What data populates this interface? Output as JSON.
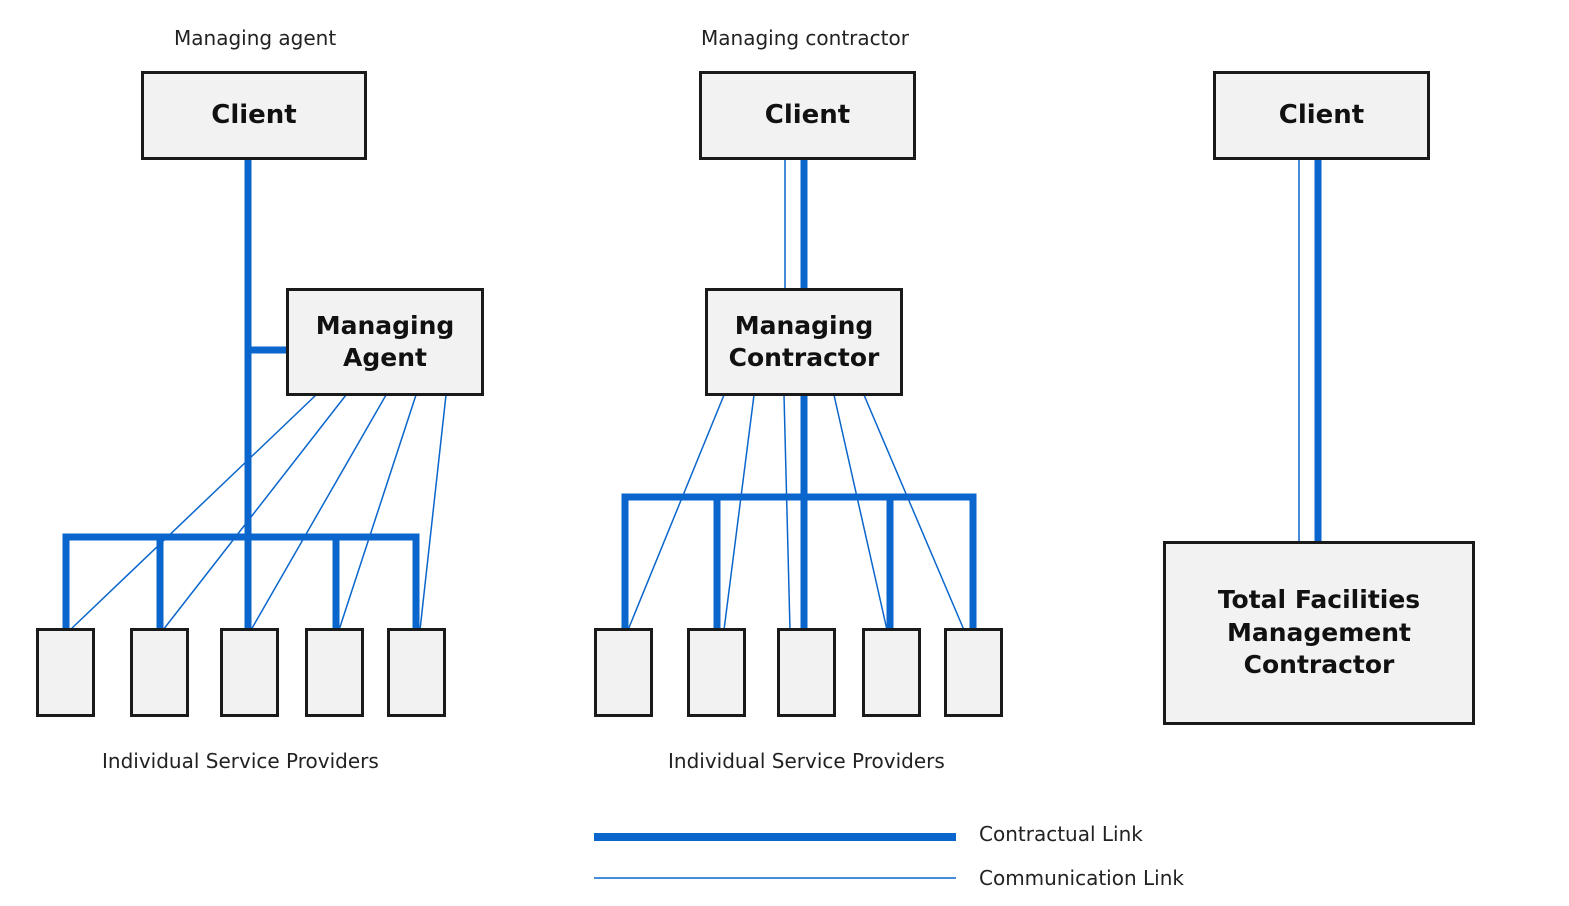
{
  "sections": {
    "managing_agent": {
      "heading": "Managing agent",
      "client": "Client",
      "manager": "Managing\nAgent",
      "providers_label": "Individual Service Providers"
    },
    "managing_contractor": {
      "heading": "Managing contractor",
      "client": "Client",
      "manager": "Managing\nContractor",
      "providers_label": "Individual Service Providers"
    },
    "total_fm": {
      "client": "Client",
      "contractor": "Total Facilities\nManagement\nContractor"
    }
  },
  "legend": {
    "contractual": "Contractual Link",
    "communication": "Communication Link"
  },
  "colors": {
    "link": "#0a66cc",
    "box_fill": "#f2f2f2",
    "box_border": "#1a1a1a"
  }
}
